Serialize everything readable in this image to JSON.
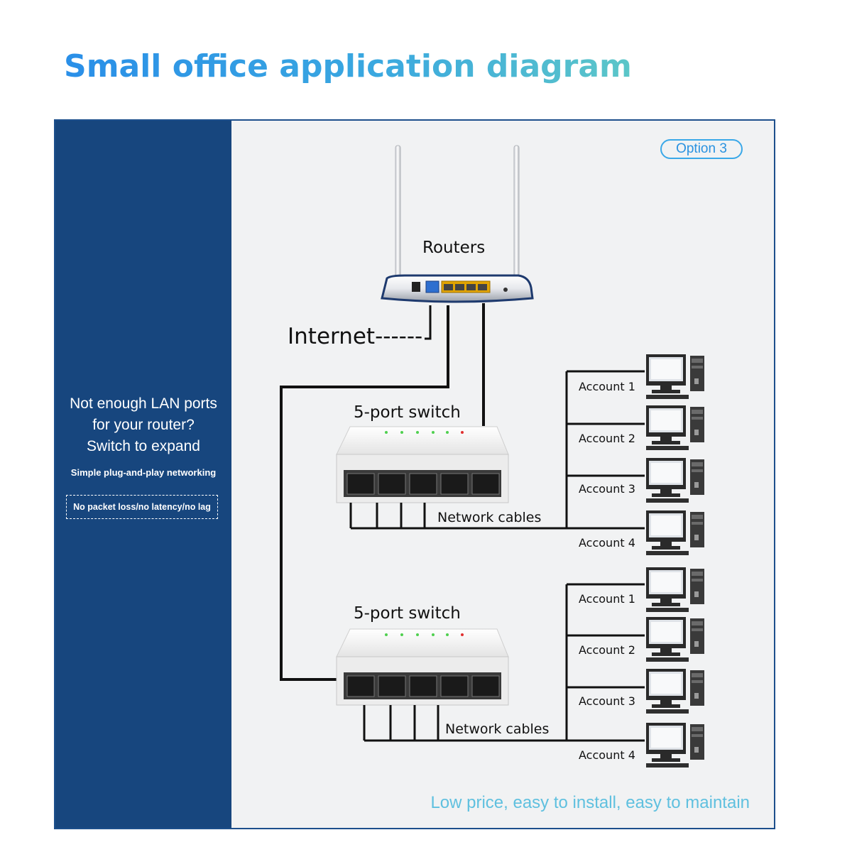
{
  "title": "Small office application diagram",
  "left_panel": {
    "question_lines": [
      "Not enough LAN ports",
      "for your router?",
      "Switch to expand"
    ],
    "subtext": "Simple plug-and-play networking",
    "badge": "No packet loss/no latency/no lag"
  },
  "option_label": "Option 3",
  "diagram": {
    "router_label": "Routers",
    "internet_label": "Internet------",
    "switches": [
      {
        "label": "5-port switch",
        "cables_label": "Network cables",
        "accounts": [
          "Account 1",
          "Account 2",
          "Account 3",
          "Account 4"
        ]
      },
      {
        "label": "5-port switch",
        "cables_label": "Network cables",
        "accounts": [
          "Account 1",
          "Account 2",
          "Account 3",
          "Account 4"
        ]
      }
    ]
  },
  "footer": "Low price, easy to install, easy to maintain"
}
